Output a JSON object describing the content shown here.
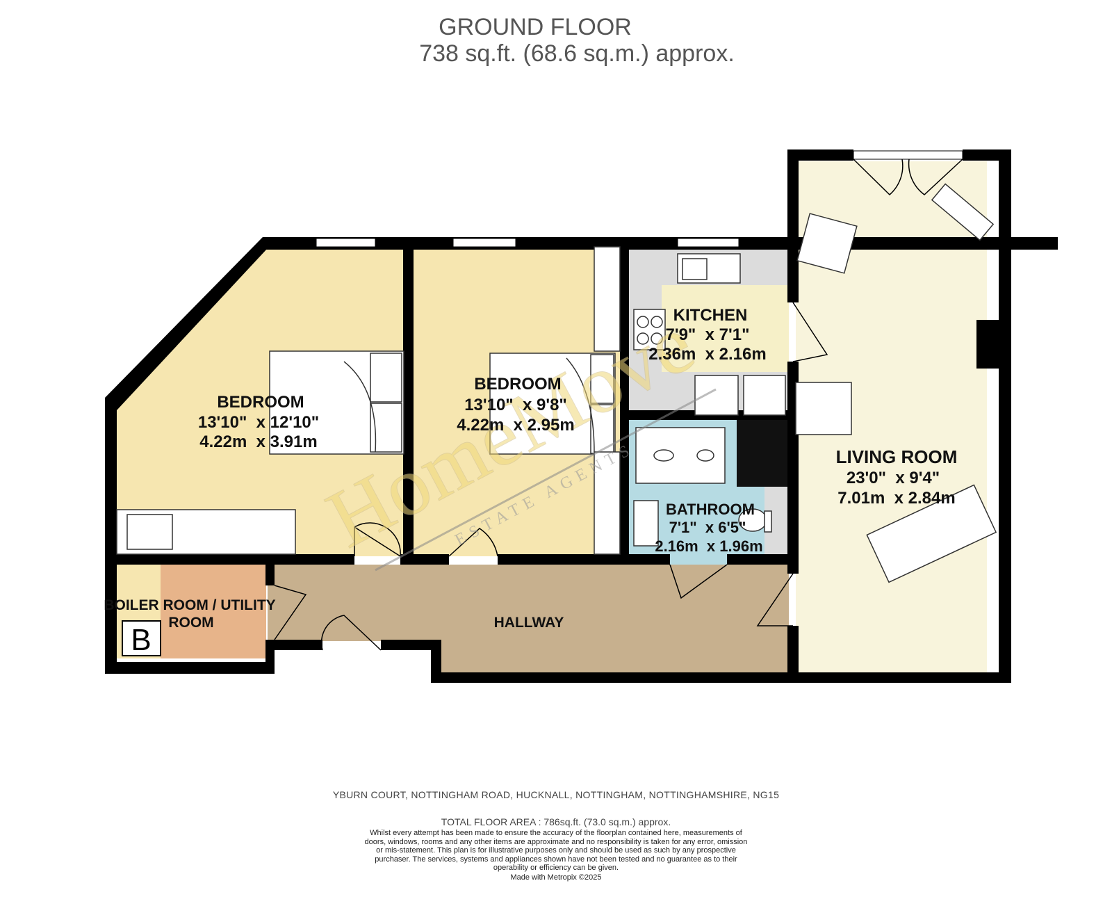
{
  "header": {
    "floor_title": "GROUND FLOOR",
    "floor_area": "738 sq.ft. (68.6 sq.m.) approx."
  },
  "rooms": {
    "bedroom1": {
      "name": "BEDROOM",
      "imperial": "13'10\"  x 12'10\"",
      "metric": "4.22m  x 3.91m"
    },
    "bedroom2": {
      "name": "BEDROOM",
      "imperial": "13'10\"  x 9'8\"",
      "metric": "4.22m  x 2.95m"
    },
    "kitchen": {
      "name": "KITCHEN",
      "imperial": "7'9\"  x 7'1\"",
      "metric": "2.36m  x 2.16m"
    },
    "bathroom": {
      "name": "BATHROOM",
      "imperial": "7'1\"  x 6'5\"",
      "metric": "2.16m  x 1.96m"
    },
    "living": {
      "name": "LIVING ROOM",
      "imperial": "23'0\"  x 9'4\"",
      "metric": "7.01m  x 2.84m"
    },
    "hallway": {
      "name": "HALLWAY"
    },
    "boiler": {
      "name_line1": "BOILER ROOM / UTILITY",
      "name_line2": "ROOM",
      "boiler_symbol": "B"
    }
  },
  "watermark": {
    "brand": "HomeMove",
    "tagline": "ESTATE AGENTS"
  },
  "footer": {
    "address": "YBURN COURT, NOTTINGHAM ROAD, HUCKNALL, NOTTINGHAM, NOTTINGHAMSHIRE, NG15",
    "total_area": "TOTAL FLOOR AREA : 786sq.ft. (73.0 sq.m.) approx.",
    "disclaimer": "Whilst every attempt has been made to ensure the accuracy of the floorplan contained here, measurements of doors, windows, rooms and any other items are approximate and no responsibility is taken for any error, omission or mis-statement. This plan is for illustrative purposes only and should be used as such by any prospective purchaser. The services, systems and appliances shown have not been tested and no guarantee as to their operability or efficiency can be given.",
    "made_with": "Made with Metropix ©2025"
  },
  "colors": {
    "bedroom": "#f6e6b0",
    "kitchen_floor": "#f6f0c8",
    "living": "#f8f4dc",
    "hallway": "#c7b08e",
    "boiler": "#e7b48a",
    "bathroom": "#b6dbe3",
    "wall": "#000000",
    "counter": "#dcdcdc"
  }
}
